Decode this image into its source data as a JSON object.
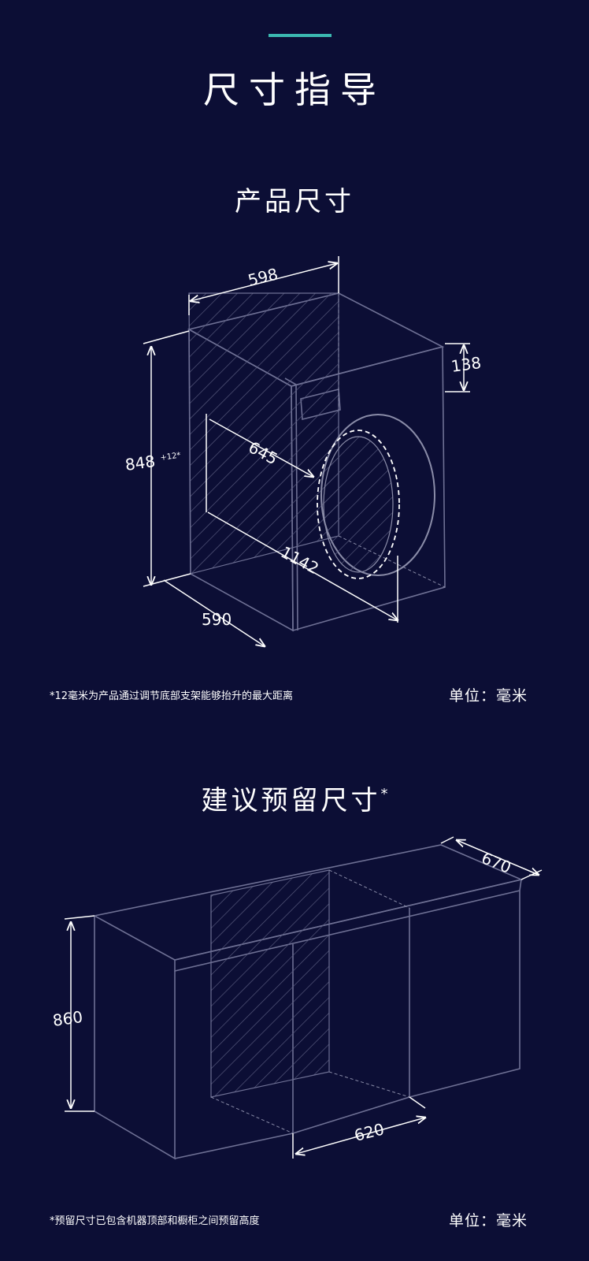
{
  "header": {
    "title": "尺寸指导",
    "accent_color": "#3bb8b0"
  },
  "product_section": {
    "title": "产品尺寸",
    "dimensions": {
      "width": "598",
      "top_depth": "138",
      "height": "848",
      "height_extra": "+12*",
      "door_open_depth": "645",
      "total_depth": "1142",
      "depth": "590"
    },
    "footnote": "*12毫米为产品通过调节底部支架能够抬升的最大距离",
    "unit": "单位：毫米"
  },
  "reserve_section": {
    "title": "建议预留尺寸",
    "title_mark": "*",
    "dimensions": {
      "depth": "670",
      "height": "860",
      "width": "620"
    },
    "footnote": "*预留尺寸已包含机器顶部和橱柜之间预留高度",
    "unit": "单位：毫米"
  },
  "colors": {
    "background": "#0c0e35",
    "line": "#8a8ca8",
    "hatch": "#5a5c80"
  }
}
